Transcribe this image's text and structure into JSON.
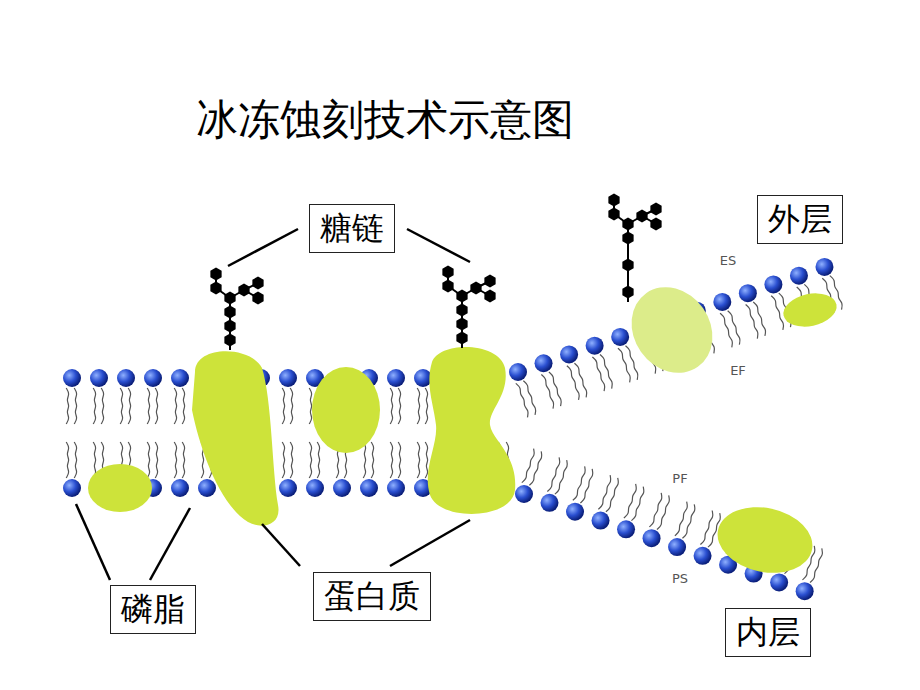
{
  "diagram": {
    "title": "冰冻蚀刻技术示意图",
    "nodes": [
      {
        "text": [
          "糖链"
        ]
      },
      {
        "text": [
          "外层"
        ]
      },
      {
        "text": [
          "磷脂"
        ]
      },
      {
        "text": [
          "蛋白质"
        ]
      },
      {
        "text": [
          "内层"
        ]
      }
    ],
    "labels": [
      "ES",
      "EF",
      "PF",
      "PS"
    ]
  }
}
